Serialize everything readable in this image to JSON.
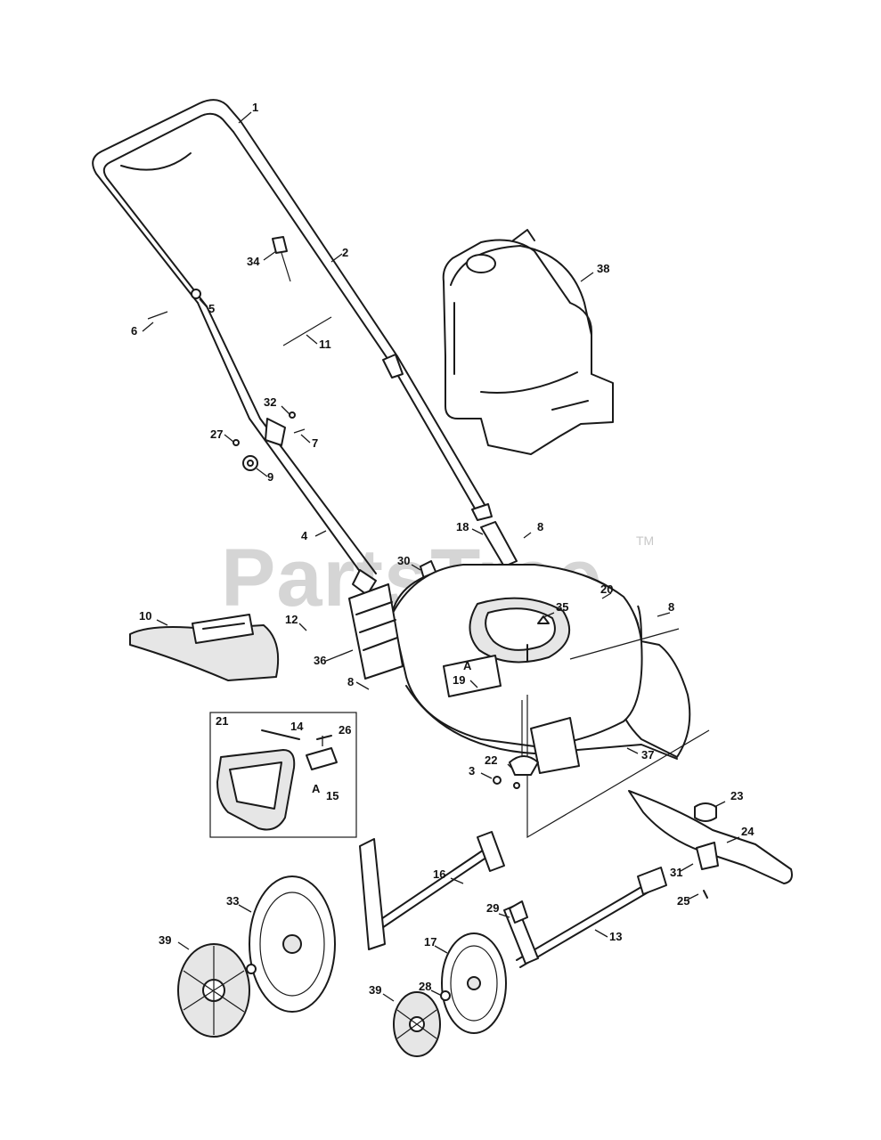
{
  "watermark": {
    "text": "PartsTree",
    "mark": "TM"
  },
  "callouts": [
    "1",
    "2",
    "34",
    "5",
    "6",
    "11",
    "38",
    "32",
    "27",
    "7",
    "9",
    "4",
    "18",
    "8",
    "30",
    "20",
    "8",
    "10",
    "12",
    "35",
    "36",
    "8",
    "A",
    "19",
    "21",
    "14",
    "26",
    "A",
    "15",
    "3",
    "22",
    "37",
    "23",
    "24",
    "16",
    "31",
    "25",
    "33",
    "29",
    "13",
    "39",
    "17",
    "28",
    "39"
  ],
  "icons": {
    "mower-deck": "mower-deck-icon",
    "engine": "engine-icon",
    "wheel": "wheel-icon",
    "blade": "blade-icon"
  }
}
